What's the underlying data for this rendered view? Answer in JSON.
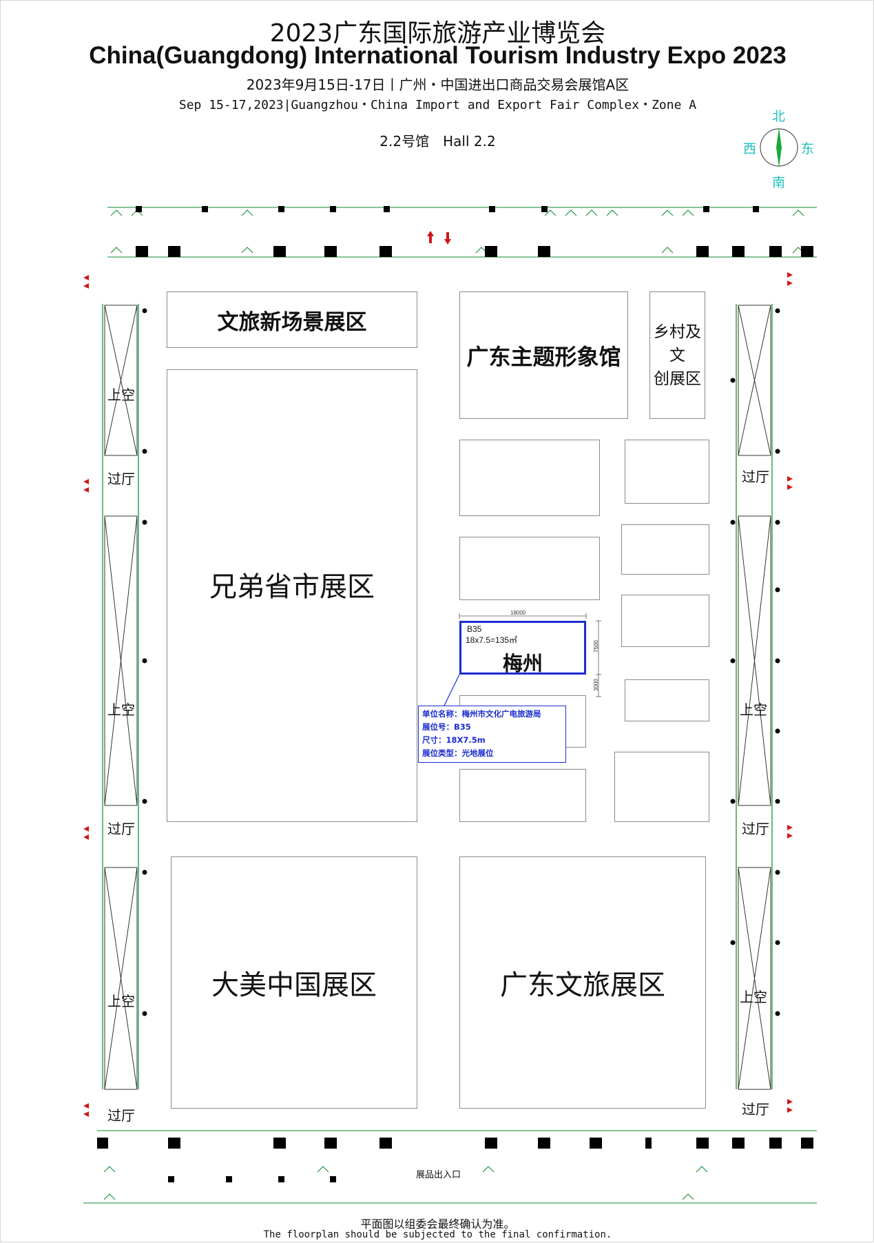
{
  "header": {
    "title_cn": "2023广东国际旅游产业博览会",
    "title_en": "China(Guangdong) International Tourism Industry Expo 2023",
    "date_cn": "2023年9月15日-17日丨广州・中国进出口商品交易会展馆A区",
    "date_en": "Sep 15-17,2023|Guangzhou・China Import and Export Fair Complex・Zone A",
    "hall": "2.2号馆　Hall 2.2"
  },
  "compass": {
    "north": "北",
    "south": "南",
    "east": "东",
    "west": "西",
    "color": "#20c0c0",
    "needle_color": "#1aaa3a"
  },
  "zones": {
    "new_scene": "文旅新场景展区",
    "guangdong_pavilion": "广东主题形象馆",
    "rural_line1": "乡村及文",
    "rural_line2": "创展区",
    "brother_provinces": "兄弟省市展区",
    "china_beauty": "大美中国展区",
    "guangdong_tourism": "广东文旅展区"
  },
  "booth_b35": {
    "code": "B35",
    "size": "18x7.5=135㎡",
    "name": "梅州",
    "dim_width": "18000",
    "dim_height": "7500",
    "dim_gap": "3000",
    "highlight_color": "#1a2cd0"
  },
  "info": {
    "unit": "单位名称：梅州市文化广电旅游局",
    "booth_no": "展位号：B35",
    "size": "尺寸：18X7.5m",
    "type": "展位类型：光地展位"
  },
  "labels": {
    "void": "上空",
    "corridor": "过厅",
    "exit": "展品出入口"
  },
  "footer": {
    "cn": "平面图以组委会最终确认为准。",
    "en": "The floorplan should be subjected to the final confirmation."
  }
}
